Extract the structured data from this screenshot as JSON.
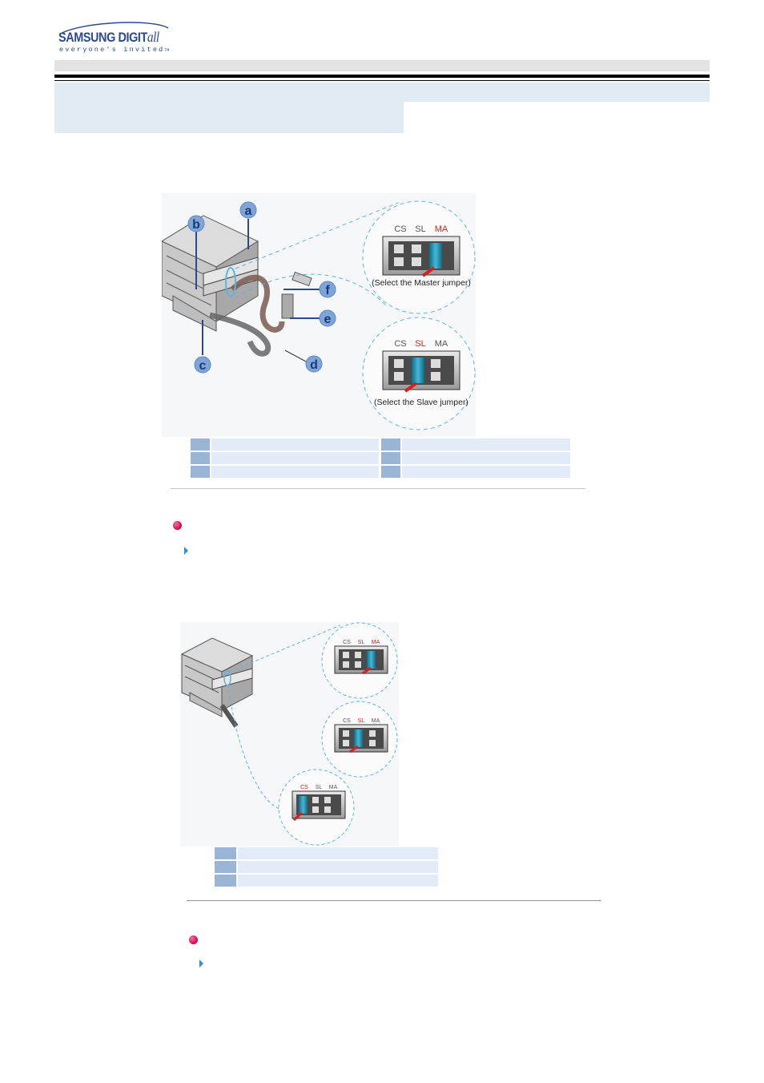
{
  "logo": {
    "main": "SAMSUNG DIGIT",
    "italic": "all",
    "tagline": "everyone's invited",
    "tm": "TM"
  },
  "figure1": {
    "letters": [
      "a",
      "b",
      "c",
      "d",
      "e",
      "f"
    ],
    "master": {
      "labels": [
        "CS",
        "SL",
        "MA"
      ],
      "caption": "(Select the Master jumper)"
    },
    "slave": {
      "labels": [
        "CS",
        "SL",
        "MA"
      ],
      "caption": "(Select the Slave jumper)"
    }
  },
  "figure2": {
    "top": {
      "labels": [
        "CS",
        "SL",
        "MA"
      ]
    },
    "mid": {
      "labels": [
        "CS",
        "SL",
        "MA"
      ]
    },
    "bottom": {
      "labels": [
        "CS",
        "SL",
        "MA"
      ]
    }
  },
  "colors": {
    "accent_red": "#d81e1e",
    "callout_blue": "#5b86c8",
    "dashed_cyan": "#5fb4e0",
    "jumper_teal": "#1e8fb0"
  }
}
